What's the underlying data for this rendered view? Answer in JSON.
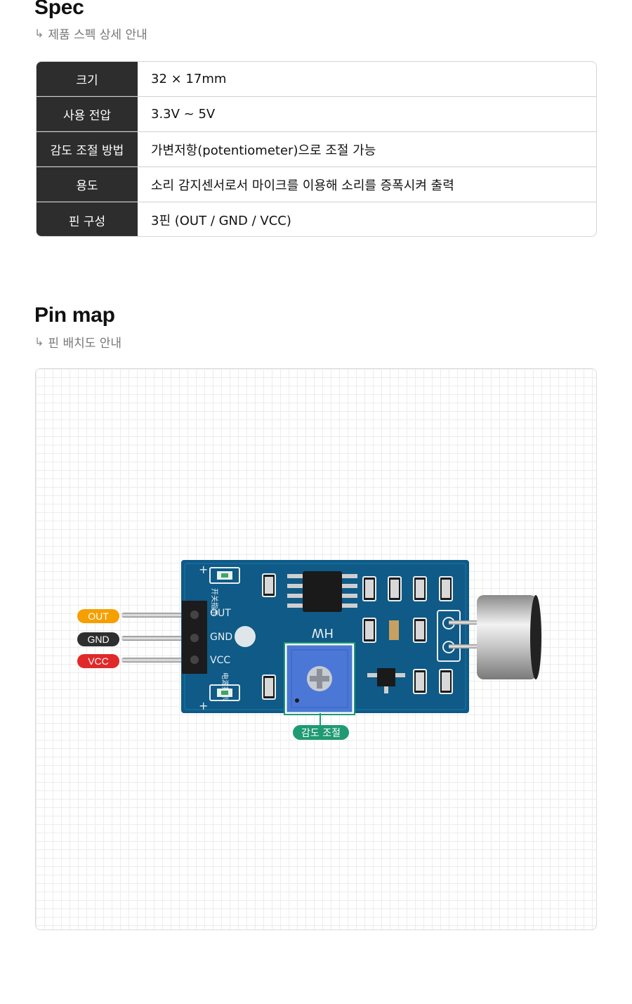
{
  "spec": {
    "title": "Spec",
    "subtitle_arrow": "↳",
    "subtitle": "제품 스펙 상세 안내",
    "rows": [
      {
        "key": "크기",
        "value": "32 × 17mm"
      },
      {
        "key": "사용 전압",
        "value": "3.3V ~ 5V"
      },
      {
        "key": "감도 조절 방법",
        "value": "가변저항(potentiometer)으로 조절 가능"
      },
      {
        "key": "용도",
        "value": "소리 감지센서로서 마이크를 이용해 소리를 증폭시켜 출력"
      },
      {
        "key": "핀 구성",
        "value": "3핀 (OUT / GND / VCC)"
      }
    ]
  },
  "pinmap": {
    "title": "Pin map",
    "subtitle_arrow": "↳",
    "subtitle": "핀 배치도 안내",
    "pins": {
      "out": "OUT",
      "gnd": "GND",
      "vcc": "VCC"
    },
    "sensitivity_label": "감도 조절",
    "board": {
      "silk_out": "OUT",
      "silk_gnd": "GND",
      "silk_vcc": "VCC",
      "silk_hw": "HW",
      "silk_plus": "+",
      "silk_switch": "开关指示",
      "silk_power": "电源指示"
    },
    "colors": {
      "out": "#f5a000",
      "gnd": "#2f2f2f",
      "vcc": "#e02a2a",
      "sensitivity": "#1f9a73",
      "pcb": "#0f5a86"
    }
  }
}
